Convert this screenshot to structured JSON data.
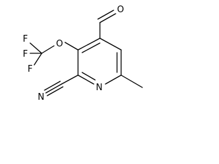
{
  "molecule": {
    "atoms": {
      "oxygen_aldehyde": "O",
      "oxygen_ether": "O",
      "fluorine_1": "F",
      "fluorine_2": "F",
      "fluorine_3": "F",
      "nitrogen_ring": "N",
      "nitrogen_nitrile": "N"
    }
  }
}
